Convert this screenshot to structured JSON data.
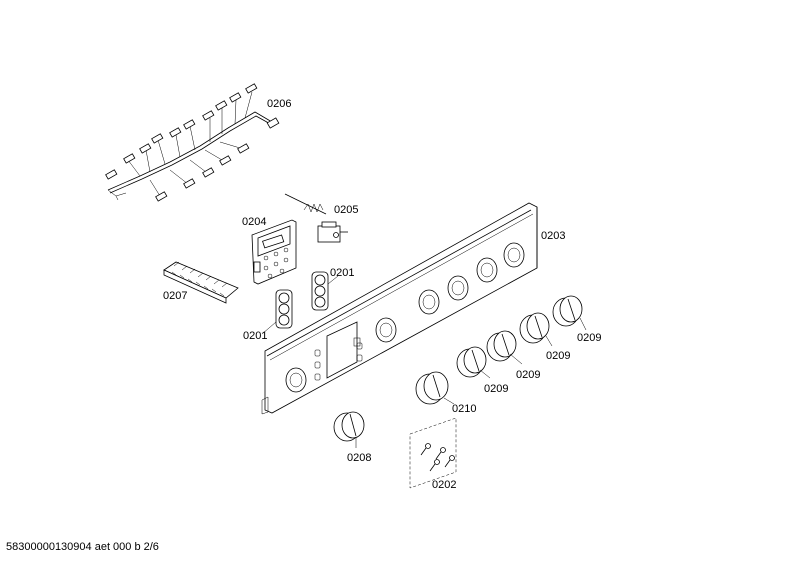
{
  "callouts": {
    "wiring_harness": "0206",
    "spring_part": "0205",
    "module_board": "0204",
    "control_panel": "0203",
    "switch_holder_right": "0201",
    "switch_holder_left": "0201",
    "terminal_block": "0207",
    "knob_1": "0209",
    "knob_2": "0209",
    "knob_3": "0209",
    "knob_4": "0209",
    "knob_large": "0210",
    "knob_small": "0208",
    "screws": "0202"
  },
  "footer": "58300000130904 aet 000 b 2/6"
}
